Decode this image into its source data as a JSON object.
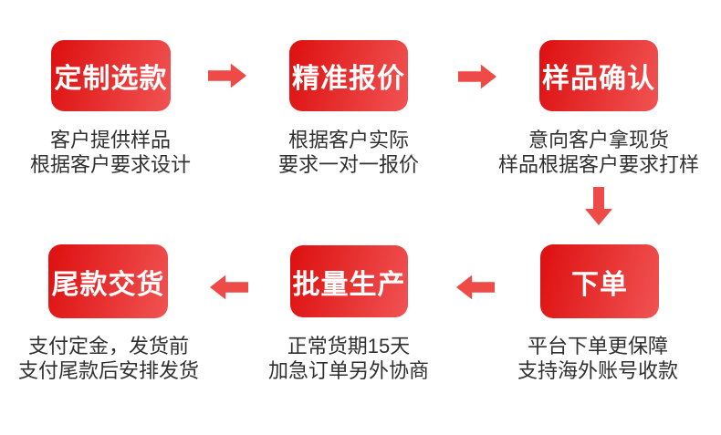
{
  "colors": {
    "background": "#ffffff",
    "box_gradient_left": "#dd0f0f",
    "box_gradient_right": "#f15353",
    "arrow": "#ee4a47",
    "box_label_text": "#ffffff",
    "description_text": "#303030"
  },
  "flow": {
    "top_row": [
      {
        "label": "定制选款",
        "desc": [
          "客户提供样品",
          "根据客户要求设计"
        ]
      },
      {
        "label": "精准报价",
        "desc": [
          "根据客户实际",
          "要求一对一报价"
        ]
      },
      {
        "label": "样品确认",
        "desc": [
          "意向客户拿现货",
          "样品根据客户要求打样"
        ]
      }
    ],
    "bottom_row": [
      {
        "label": "尾款交货",
        "desc": [
          "支付定金，发货前",
          "支付尾款后安排发货"
        ]
      },
      {
        "label": "批量生产",
        "desc": [
          "正常货期15天",
          "加急订单另外协商"
        ]
      },
      {
        "label": "下单",
        "desc": [
          "平台下单更保障",
          "支持海外账号收款"
        ]
      }
    ],
    "icons": [
      "arrow-right-icon",
      "arrow-right-icon",
      "arrow-down-icon",
      "arrow-left-icon",
      "arrow-left-icon"
    ]
  }
}
